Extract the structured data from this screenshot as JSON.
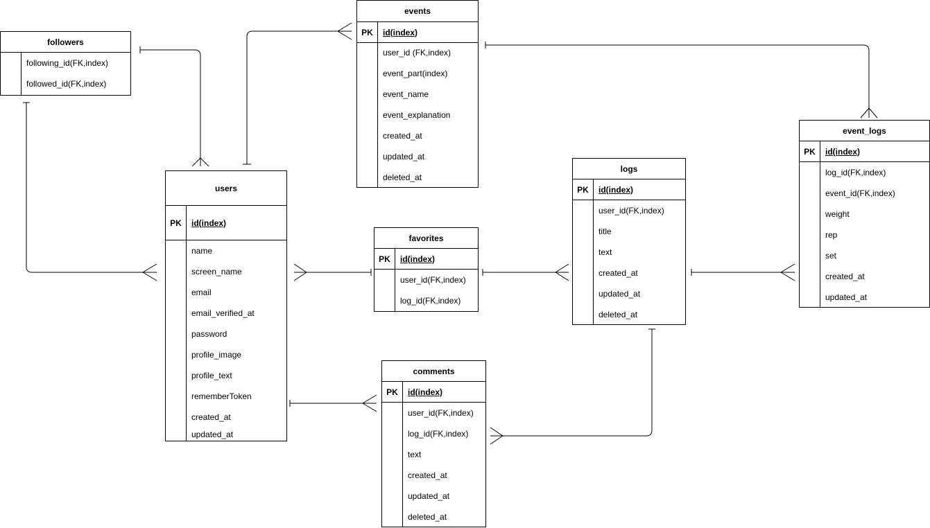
{
  "diagram": {
    "entities": {
      "followers": {
        "title": "followers",
        "fields": [
          "following_id(FK,index)",
          "followed_id(FK,index)"
        ]
      },
      "events": {
        "title": "events",
        "pk_label": "PK",
        "pk": "id(index)",
        "fields": [
          "user_id (FK,index)",
          "event_part(index)",
          "event_name",
          "event_explanation",
          "created_at",
          "updated_at",
          "deleted_at"
        ]
      },
      "users": {
        "title": "users",
        "pk_label": "PK",
        "pk": "id(index)",
        "fields": [
          "name",
          "screen_name",
          "email",
          "email_verified_at",
          "password",
          "profile_image",
          "profile_text",
          "rememberToken",
          "created_at",
          "updated_at"
        ]
      },
      "favorites": {
        "title": "favorites",
        "pk_label": "PK",
        "pk": "id(index)",
        "fields": [
          "user_id(FK,index)",
          "log_id(FK,index)"
        ]
      },
      "logs": {
        "title": "logs",
        "pk_label": "PK",
        "pk": "id(index)",
        "fields": [
          "user_id(FK,index)",
          "title",
          "text",
          "created_at",
          "updated_at",
          "deleted_at"
        ]
      },
      "event_logs": {
        "title": "event_logs",
        "pk_label": "PK",
        "pk": "id(index)",
        "fields": [
          "log_id(FK,index)",
          "event_id(FK,index)",
          "weight",
          "rep",
          "set",
          "created_at",
          "updated_at"
        ]
      },
      "comments": {
        "title": "comments",
        "pk_label": "PK",
        "pk": "id(index)",
        "fields": [
          "user_id(FK,index)",
          "log_id(FK,index)",
          "text",
          "created_at",
          "updated_at",
          "deleted_at"
        ]
      }
    }
  }
}
